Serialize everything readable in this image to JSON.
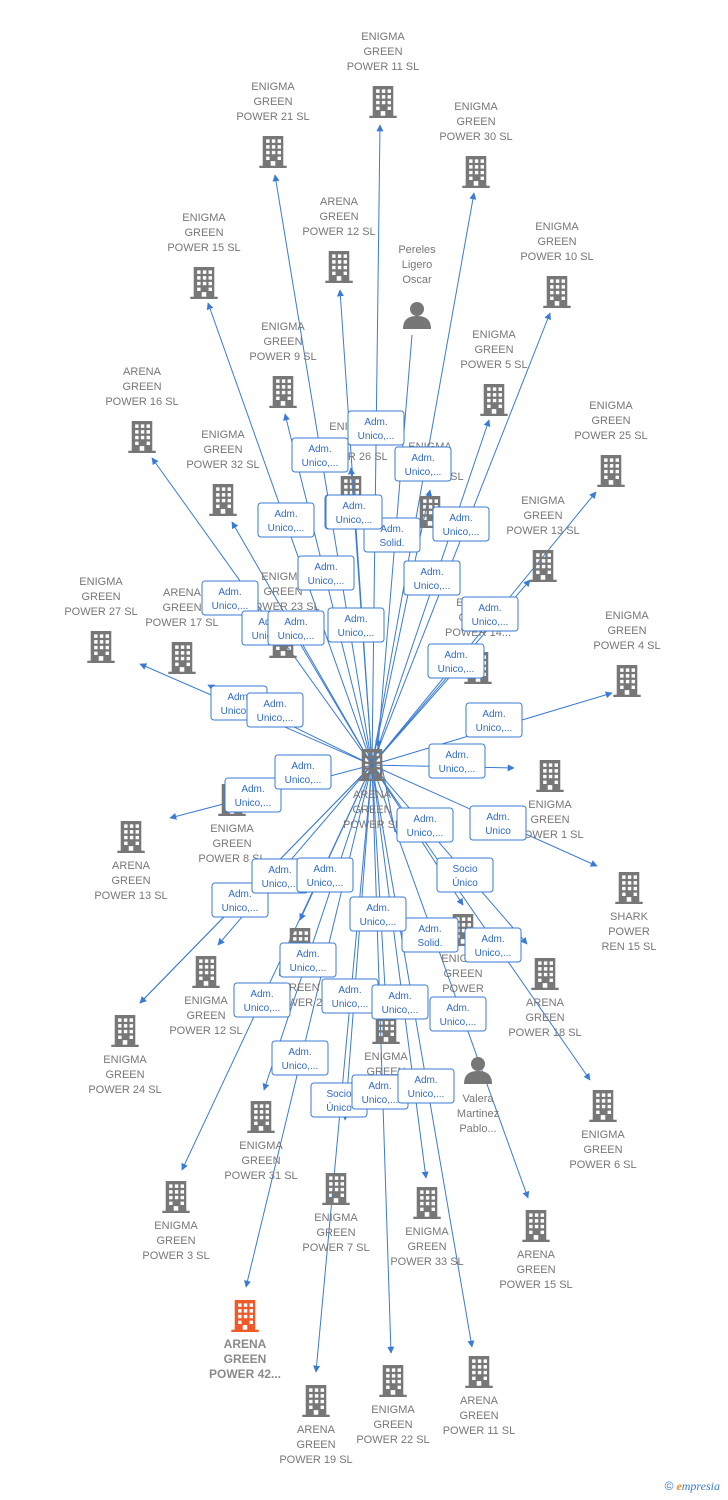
{
  "colors": {
    "edge": "#3a7bd5",
    "company_icon": "#777777",
    "focus_icon": "#f05a28",
    "label": "#777777",
    "person_icon": "#777777"
  },
  "center_node": {
    "id": "center",
    "label": [
      "ARENA",
      "GREEN",
      "POWER SL"
    ],
    "icon": "building-icon"
  },
  "nodes": [
    {
      "id": "n1",
      "label": [
        "ENIGMA",
        "GREEN",
        "POWER 11  SL"
      ],
      "type": "company"
    },
    {
      "id": "n2",
      "label": [
        "ENIGMA",
        "GREEN",
        "POWER 21  SL"
      ],
      "type": "company"
    },
    {
      "id": "n3",
      "label": [
        "ENIGMA",
        "GREEN",
        "POWER 30  SL"
      ],
      "type": "company"
    },
    {
      "id": "n4",
      "label": [
        "ARENA",
        "GREEN",
        "POWER 12  SL"
      ],
      "type": "company"
    },
    {
      "id": "n5",
      "label": [
        "ENIGMA",
        "GREEN",
        "POWER 15  SL"
      ],
      "type": "company"
    },
    {
      "id": "n6",
      "label": [
        "Pereles",
        "Ligero",
        "Oscar"
      ],
      "type": "person"
    },
    {
      "id": "n7",
      "label": [
        "ENIGMA",
        "GREEN",
        "POWER 10  SL"
      ],
      "type": "company"
    },
    {
      "id": "n8",
      "label": [
        "ENIGMA",
        "GREEN",
        "POWER 9  SL"
      ],
      "type": "company"
    },
    {
      "id": "n9",
      "label": [
        "ENIGMA",
        "GREEN",
        "POWER 5  SL"
      ],
      "type": "company"
    },
    {
      "id": "n10",
      "label": [
        "ARENA",
        "GREEN",
        "POWER 16  SL"
      ],
      "type": "company"
    },
    {
      "id": "n11",
      "label": [
        "ENIGMA",
        "GREEN",
        "POWER 32  SL"
      ],
      "type": "company"
    },
    {
      "id": "n12",
      "label": [
        "ENIGMA",
        "GREEN",
        "POWER 25  SL"
      ],
      "type": "company"
    },
    {
      "id": "n13",
      "label": [
        "ENIGMA",
        "GREEN",
        "POWER 13  SL"
      ],
      "type": "company"
    },
    {
      "id": "n14",
      "label": [
        "ENIGMA",
        "GREEN",
        "POWER 27  SL"
      ],
      "type": "company"
    },
    {
      "id": "n15",
      "label": [
        "ARENA",
        "GREEN",
        "POWER 17  SL"
      ],
      "type": "company"
    },
    {
      "id": "n16",
      "label": [
        "ENIGMA",
        "GREEN",
        "POWER 4  SL"
      ],
      "type": "company"
    },
    {
      "id": "n17",
      "label": [
        "ENIGMA",
        "GREEN",
        "POWER 8  SL"
      ],
      "type": "company"
    },
    {
      "id": "n18",
      "label": [
        "ENIGMA",
        "GREEN",
        "POWER 1  SL"
      ],
      "type": "company"
    },
    {
      "id": "n19",
      "label": [
        "ARENA",
        "GREEN",
        "POWER 13  SL"
      ],
      "type": "company"
    },
    {
      "id": "n20",
      "label": [
        "SHARK",
        "POWER",
        "REN 15  SL"
      ],
      "type": "company"
    },
    {
      "id": "n21",
      "label": [
        "ENIGMA",
        "GREEN",
        "POWER 12  SL"
      ],
      "type": "company"
    },
    {
      "id": "n22",
      "label": [
        "ARENA",
        "GREEN",
        "POWER 18  SL"
      ],
      "type": "company"
    },
    {
      "id": "n23",
      "label": [
        "ENIGMA",
        "GREEN",
        "POWER 24  SL"
      ],
      "type": "company"
    },
    {
      "id": "n24",
      "label": [
        "ENIGMA",
        "GREEN",
        "POWER 6  SL"
      ],
      "type": "company"
    },
    {
      "id": "n25",
      "label": [
        "Valera",
        "Martinez",
        "Pablo..."
      ],
      "type": "person"
    },
    {
      "id": "n26",
      "label": [
        "ENIGMA",
        "GREEN",
        "POWER 31  SL"
      ],
      "type": "company"
    },
    {
      "id": "n27",
      "label": [
        "ENIGMA",
        "GREEN",
        "POWER 3  SL"
      ],
      "type": "company"
    },
    {
      "id": "n28",
      "label": [
        "ENIGMA",
        "GREEN",
        "POWER 7  SL"
      ],
      "type": "company"
    },
    {
      "id": "n29",
      "label": [
        "ENIGMA",
        "GREEN",
        "POWER 33  SL"
      ],
      "type": "company"
    },
    {
      "id": "n30",
      "label": [
        "ARENA",
        "GREEN",
        "POWER 15  SL"
      ],
      "type": "company"
    },
    {
      "id": "n31",
      "label": [
        "ARENA",
        "GREEN",
        "POWER 42..."
      ],
      "type": "focus"
    },
    {
      "id": "n32",
      "label": [
        "ENIGMA",
        "GREEN",
        "POWER 22  SL"
      ],
      "type": "company"
    },
    {
      "id": "n33",
      "label": [
        "ARENA",
        "GREEN",
        "POWER 11  SL"
      ],
      "type": "company"
    },
    {
      "id": "n34",
      "label": [
        "ARENA",
        "GREEN",
        "POWER 19  SL"
      ],
      "type": "company"
    },
    {
      "id": "n35",
      "label": [
        "ENIGMA",
        "GREEN",
        "POWER 26  SL"
      ],
      "type": "company"
    },
    {
      "id": "n36",
      "label": [
        "ENIGMA",
        "GREEN",
        "POWER 2  SL"
      ],
      "type": "company"
    },
    {
      "id": "n37",
      "label": [
        "ENIGMA",
        "GREEN",
        "POWER 23  SL"
      ],
      "type": "company"
    },
    {
      "id": "n38",
      "label": [
        "ENIGMA",
        "GREEN",
        "POWER 14..."
      ],
      "type": "company"
    },
    {
      "id": "n39",
      "label": [
        "ENIGMA",
        "GREEN",
        "POWER 28"
      ],
      "type": "company"
    },
    {
      "id": "n40",
      "label": [
        "ENIGMA",
        "GREEN",
        "POWER"
      ],
      "type": "company"
    },
    {
      "id": "n41",
      "label": [
        "ENIGMA",
        "GREEN",
        "POWER"
      ],
      "type": "company"
    }
  ],
  "edges": [
    {
      "to": "n1",
      "label": [
        "Adm.",
        "Unico,..."
      ]
    },
    {
      "to": "n2",
      "label": [
        "Adm.",
        "Unico,..."
      ]
    },
    {
      "to": "n3",
      "label": [
        "Adm.",
        "Unico,..."
      ]
    },
    {
      "to": "n4",
      "label": [
        "Adm.",
        "Unico,..."
      ]
    },
    {
      "to": "n5",
      "label": [
        "Adm.",
        "Unico,..."
      ]
    },
    {
      "to": "n6",
      "label": [
        "Adm.",
        "Solid."
      ],
      "direction": "in"
    },
    {
      "to": "n7",
      "label": [
        "Adm.",
        "Unico,..."
      ]
    },
    {
      "to": "n8",
      "label": [
        "Adm.",
        "Unico,..."
      ]
    },
    {
      "to": "n9",
      "label": [
        "Adm.",
        "Unico,..."
      ]
    },
    {
      "to": "n10",
      "label": [
        "Adm.",
        "Unico,..."
      ]
    },
    {
      "to": "n11",
      "label": [
        "Adm.",
        "Unico,..."
      ]
    },
    {
      "to": "n12",
      "label": [
        "Adm.",
        "Unico,..."
      ]
    },
    {
      "to": "n13",
      "label": [
        "Adm.",
        "Unico,..."
      ]
    },
    {
      "to": "n14",
      "label": [
        "Adm.",
        "Unico,..."
      ]
    },
    {
      "to": "n15",
      "label": [
        "Adm.",
        "Unico,..."
      ]
    },
    {
      "to": "n16",
      "label": [
        "Adm.",
        "Unico,..."
      ]
    },
    {
      "to": "n17",
      "label": [
        "Adm.",
        "Unico,..."
      ]
    },
    {
      "to": "n18",
      "label": [
        "Adm.",
        "Unico,..."
      ]
    },
    {
      "to": "n19",
      "label": [
        "Adm.",
        "Unico,..."
      ]
    },
    {
      "to": "n20",
      "label": [
        "Adm.",
        "Unico"
      ]
    },
    {
      "to": "n21",
      "label": [
        "Adm.",
        "Unico,..."
      ]
    },
    {
      "to": "n22",
      "label": [
        "Socio",
        "Único"
      ]
    },
    {
      "to": "n23",
      "label": [
        "Adm.",
        "Unico,..."
      ]
    },
    {
      "to": "n24",
      "label": [
        "Adm.",
        "Unico,..."
      ]
    },
    {
      "to": "n25",
      "label": [
        "Adm.",
        "Solid."
      ],
      "direction": "in"
    },
    {
      "to": "n26",
      "label": [
        "Adm.",
        "Unico,..."
      ]
    },
    {
      "to": "n27",
      "label": [
        "Adm.",
        "Unico,..."
      ]
    },
    {
      "to": "n28",
      "label": [
        "Socio",
        "Único"
      ]
    },
    {
      "to": "n29",
      "label": [
        "Adm.",
        "Unico,..."
      ]
    },
    {
      "to": "n30",
      "label": [
        "Adm.",
        "Unico,..."
      ]
    },
    {
      "to": "n31",
      "label": [
        "Adm.",
        "Unico,..."
      ]
    },
    {
      "to": "n32",
      "label": [
        "Adm.",
        "Unico,..."
      ]
    },
    {
      "to": "n33",
      "label": [
        "Adm.",
        "Unico,..."
      ]
    },
    {
      "to": "n34",
      "label": [
        "Adm.",
        "Unico,..."
      ]
    },
    {
      "to": "n35",
      "label": [
        "Adm.",
        "Unico,..."
      ]
    },
    {
      "to": "n36",
      "label": [
        "Adm.",
        "Unico,..."
      ]
    },
    {
      "to": "n37",
      "label": [
        "Adm.",
        "Unico,..."
      ]
    },
    {
      "to": "n38",
      "label": [
        "Adm.",
        "Unico,..."
      ]
    },
    {
      "to": "n39",
      "label": [
        "Adm.",
        "Unico,..."
      ]
    },
    {
      "to": "n40",
      "label": [
        "Adm.",
        "Unico,..."
      ]
    },
    {
      "to": "n41",
      "label": [
        "Adm.",
        "Unico,..."
      ]
    }
  ],
  "brand": {
    "copyright": "©",
    "name_initial": "e",
    "name_rest": "mpresia"
  }
}
